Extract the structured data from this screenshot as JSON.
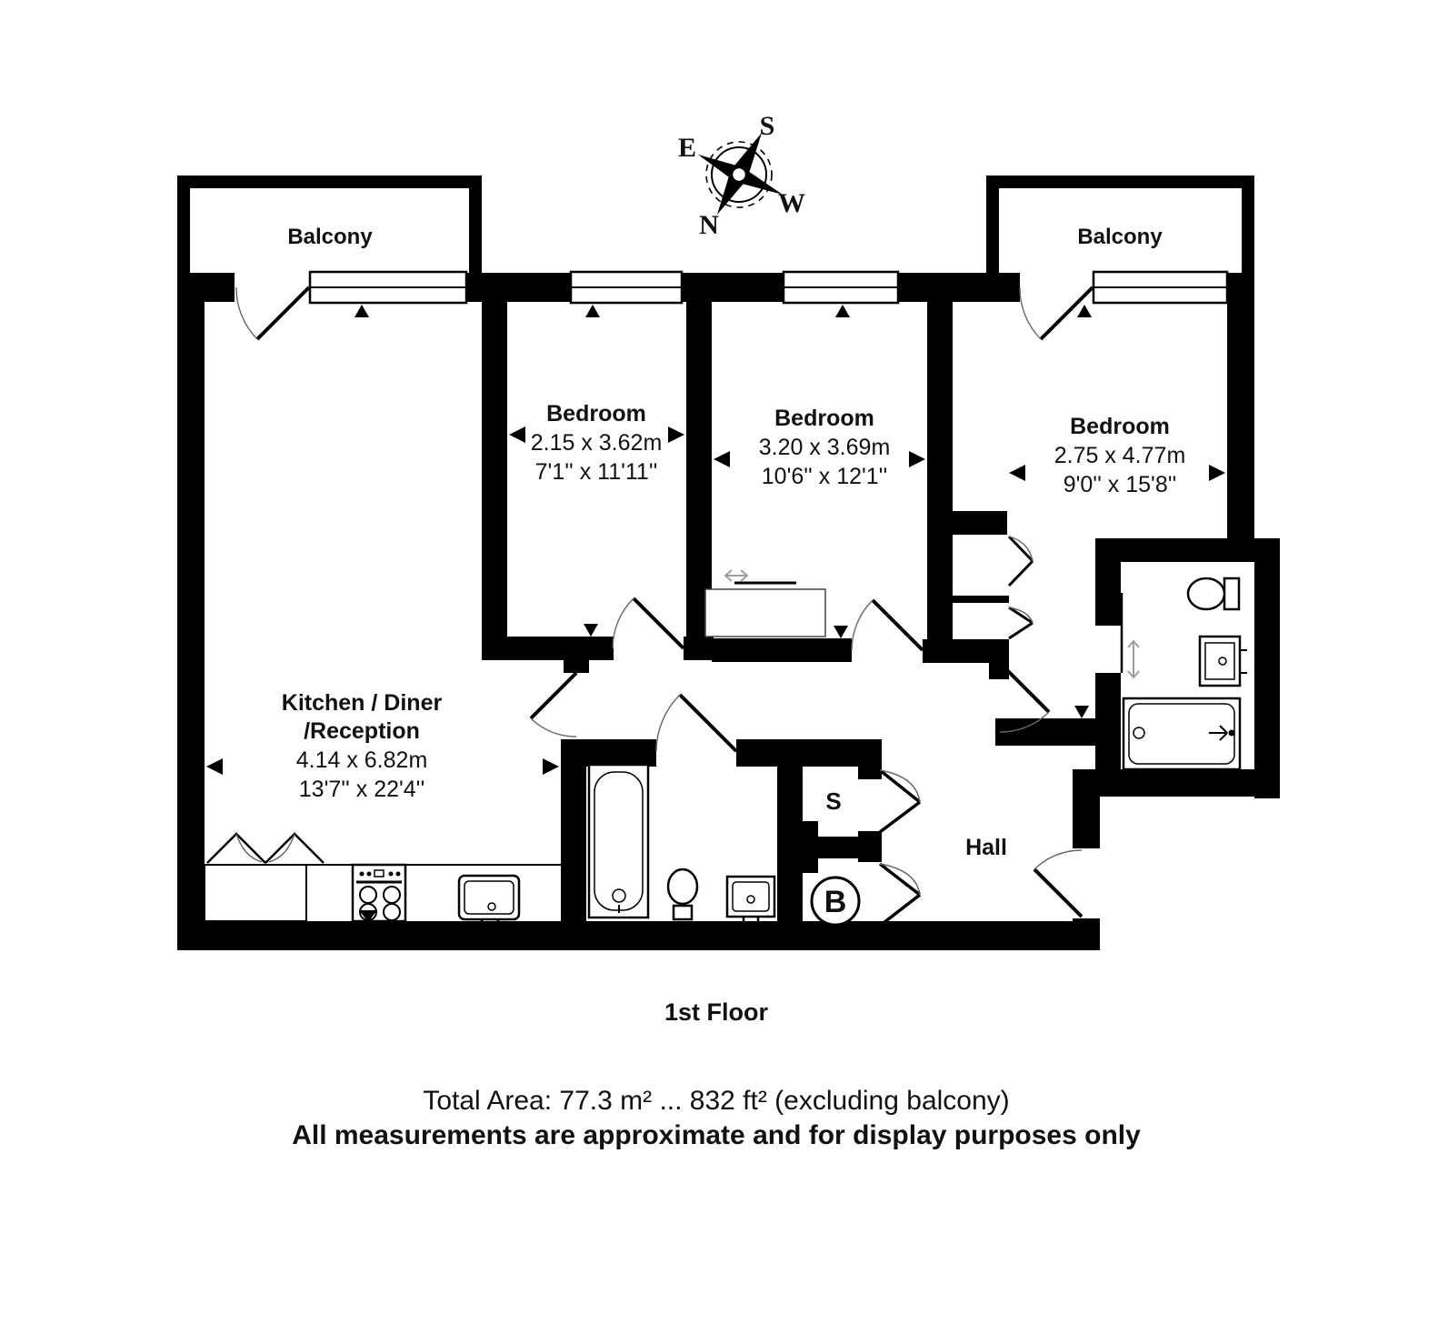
{
  "compass": {
    "n": "N",
    "s": "S",
    "e": "E",
    "w": "W"
  },
  "balconies": [
    {
      "label": "Balcony"
    },
    {
      "label": "Balcony"
    }
  ],
  "rooms": {
    "bedroom1": {
      "name": "Bedroom",
      "metric": "2.15 x 3.62m",
      "imperial": "7'1'' x 11'11''"
    },
    "bedroom2": {
      "name": "Bedroom",
      "metric": "3.20 x 3.69m",
      "imperial": "10'6'' x 12'1''"
    },
    "bedroom3": {
      "name": "Bedroom",
      "metric": "2.75 x 4.77m",
      "imperial": "9'0'' x 15'8''"
    },
    "kitchen": {
      "name_line1": "Kitchen / Diner",
      "name_line2": "/Reception",
      "metric": "4.14 x 6.82m",
      "imperial": "13'7'' x 22'4''"
    },
    "hall": {
      "name": "Hall"
    },
    "storage": {
      "label": "S"
    },
    "boiler": {
      "label": "B"
    }
  },
  "footer": {
    "floor_label": "1st Floor",
    "total_area": "Total Area: 77.3 m² ... 832 ft² (excluding balcony)",
    "disclaimer": "All measurements are approximate and for display purposes only"
  },
  "colors": {
    "wall": "#000000",
    "background": "#ffffff",
    "door_arc": "#666666",
    "sliding_arrow": "#9e9e9e"
  }
}
